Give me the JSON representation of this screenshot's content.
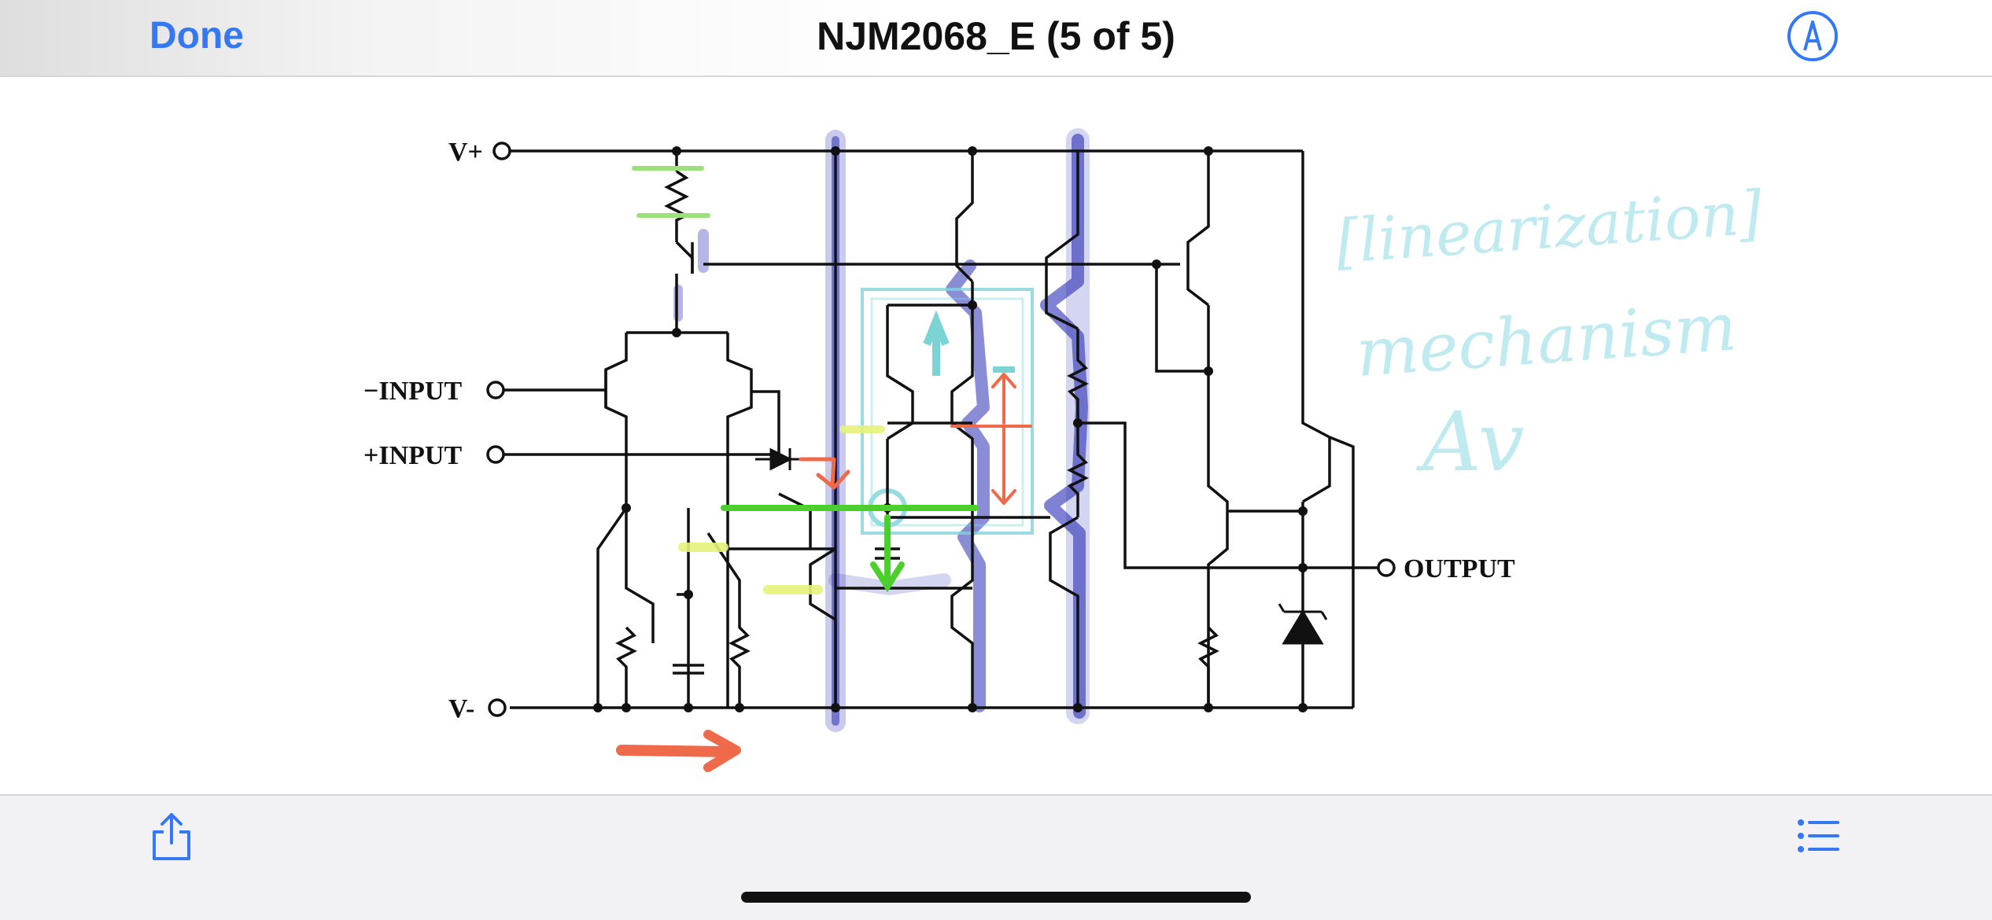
{
  "header": {
    "done_label": "Done",
    "title": "NJM2068_E (5 of 5)",
    "markup_icon": "markup-pen-icon"
  },
  "schematic": {
    "labels": {
      "vplus": "V+",
      "minus_input": "−INPUT",
      "plus_input": "+INPUT",
      "vminus": "V-",
      "output": "OUTPUT"
    },
    "annotations": {
      "line1": "[linearization]",
      "line2": "mechanism",
      "line3": "Av"
    }
  },
  "toolbar": {
    "share_icon": "share-icon",
    "list_icon": "list-icon"
  },
  "colors": {
    "accent": "#3478f6",
    "ink": "#111111",
    "highlight_blue": "#2a2fb5",
    "highlight_cyan": "#7fd3dc",
    "highlight_green": "#4ccf2e",
    "highlight_yellow": "#e6f27a",
    "highlight_orange": "#ee6a4a"
  }
}
